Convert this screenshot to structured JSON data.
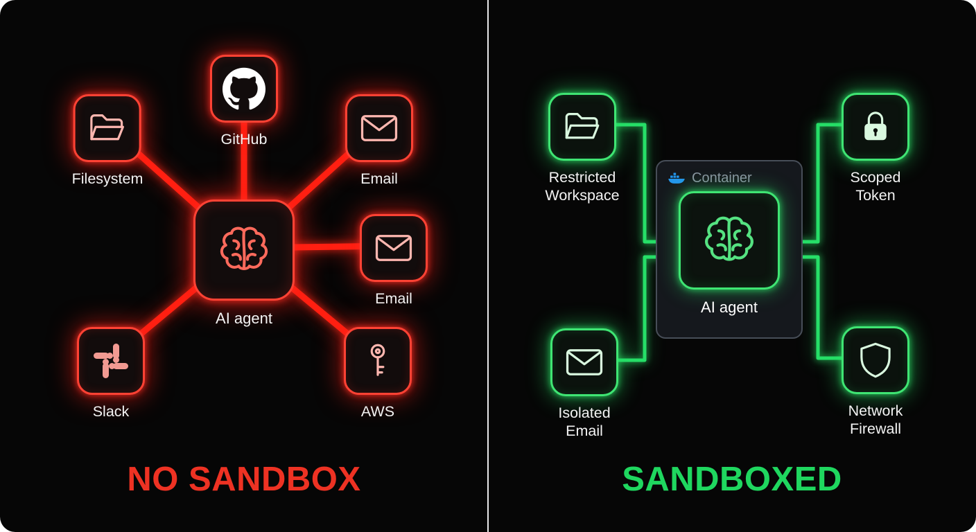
{
  "page": {
    "background_color": "#060606",
    "divider_color": "#e8e8ea"
  },
  "left": {
    "title": "NO SANDBOX",
    "accent_color": "#ee3223",
    "line_color": "#ff2012",
    "agent": {
      "label": "AI agent",
      "icon": "brain-icon"
    },
    "nodes": [
      {
        "label": "Filesystem",
        "icon": "folder-icon"
      },
      {
        "label": "GitHub",
        "icon": "github-icon"
      },
      {
        "label": "Email",
        "icon": "envelope-icon"
      },
      {
        "label": "Email",
        "icon": "envelope-icon"
      },
      {
        "label": "Slack",
        "icon": "slack-icon"
      },
      {
        "label": "AWS",
        "icon": "key-icon"
      }
    ]
  },
  "right": {
    "title": "SANDBOXED",
    "accent_color": "#1fd75f",
    "line_color": "#26df68",
    "container": {
      "label": "Container",
      "icon": "docker-icon",
      "docker_blue": "#2496ed"
    },
    "agent": {
      "label": "AI agent",
      "icon": "brain-icon"
    },
    "nodes": [
      {
        "label": "Restricted Workspace",
        "icon": "folder-icon"
      },
      {
        "label": "Scoped Token",
        "icon": "lock-icon"
      },
      {
        "label": "Isolated Email",
        "icon": "envelope-icon"
      },
      {
        "label": "Network Firewall",
        "icon": "shield-icon"
      }
    ]
  }
}
